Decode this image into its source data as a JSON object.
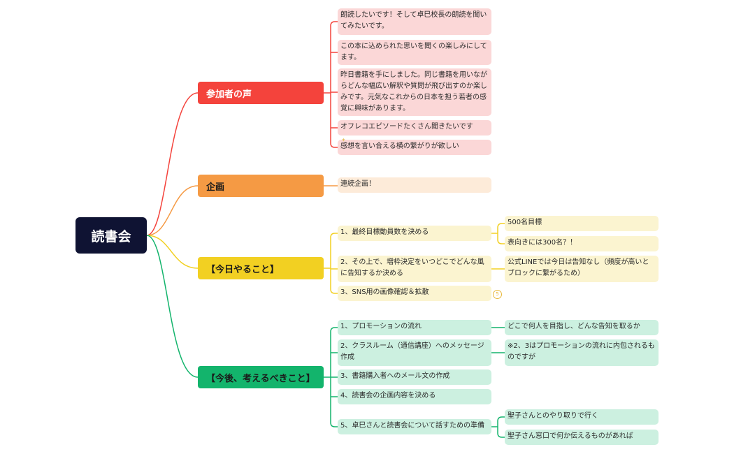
{
  "root": {
    "label": "読書会"
  },
  "colors": {
    "voice": "#f4433c",
    "voice_leaf": "#fbd7d7",
    "plan": "#f59a44",
    "plan_leaf": "#fdebd9",
    "today": "#f2d022",
    "today_leaf": "#fbf4d0",
    "future": "#13b46c",
    "future_leaf": "#ccf0e0"
  },
  "branches": {
    "voice": {
      "label": "参加者の声",
      "items": [
        "朗読したいです！そして卓巳校長の朗読を聞いてみたいです。",
        "この本に込められた思いを聞くの楽しみにしてます。",
        "昨日書籍を手にしました。同じ書籍を用いながらどんな幅広い解釈や質問が飛び出すのか楽しみです。元気なこれからの日本を担う若者の感覚に興味があります。",
        "オフレコエピソードたくさん聞きたいです",
        "感想を言い合える横の繋がりが欲しい"
      ]
    },
    "plan": {
      "label": "企画",
      "items": [
        "連続企画！"
      ]
    },
    "today": {
      "label": "【今日やること】",
      "items": [
        "1、最終目標動員数を決める",
        "2、その上で、増枠決定をいつどこでどんな風に告知するか決める",
        "3、SNS用の画像確認＆拡散"
      ],
      "sub": {
        "target_1": "500名目標",
        "target_2": "表向きには300名？！",
        "notice": "公式LINEでは今日は告知なし（頻度が高いとブロックに繋がるため）",
        "badge": "5"
      }
    },
    "future": {
      "label": "【今後、考えるべきこと】",
      "items": [
        "1、プロモーションの流れ",
        "2、クラスルーム（通信講座）へのメッセージ作成",
        "3、書籍購入者へのメール文の作成",
        "4、読書会の企画内容を決める",
        "5、卓巳さんと読書会について話すための準備"
      ],
      "sub": {
        "promo": "どこで何人を目指し、どんな告知を取るか",
        "note": "※2、3はプロモーションの流れに内包されるものですが",
        "prep_1": "聖子さんとのやり取りで行く",
        "prep_2": "聖子さん窓口で何か伝えるものがあれば"
      }
    }
  }
}
